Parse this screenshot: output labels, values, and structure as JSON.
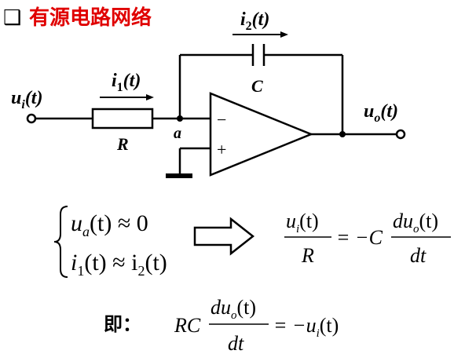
{
  "header": {
    "checkbox_glyph": "❑",
    "title": "有源电路网络",
    "title_color": "#e00000"
  },
  "circuit": {
    "input_label": {
      "base": "u",
      "sub": "i",
      "arg": "(t)"
    },
    "output_label": {
      "base": "u",
      "sub": "o",
      "arg": "(t)"
    },
    "current_i1": {
      "base": "i",
      "sub": "1",
      "arg": "(t)"
    },
    "current_i2": {
      "base": "i",
      "sub": "2",
      "arg": "(t)"
    },
    "resistor_label": "R",
    "capacitor_label": "C",
    "node_label": "a",
    "minus_sign": "−",
    "plus_sign": "+"
  },
  "equations": {
    "sys_line1_u": "u",
    "sys_line1_sub": "a",
    "sys_line1_rest": "(t) ≈ 0",
    "sys_line2_i": "i",
    "sys_line2_sub1": "1",
    "sys_line2_mid": "(t) ≈ i",
    "sys_line2_sub2": "2",
    "sys_line2_end": "(t)",
    "frac1_num_u": "u",
    "frac1_num_sub": "i",
    "frac1_num_rest": "(t)",
    "frac1_den": "R",
    "eq_minus_c": "= −C",
    "frac2_num_du": "du",
    "frac2_num_sub": "o",
    "frac2_num_rest": "(t)",
    "frac2_den": "dt",
    "ji_label": "即：",
    "final_rc": "RC",
    "final_num_du": "du",
    "final_num_sub": "o",
    "final_num_rest": "(t)",
    "final_den": "dt",
    "final_rhs_eq": "= −u",
    "final_rhs_sub": "i",
    "final_rhs_rest": "(t)"
  }
}
